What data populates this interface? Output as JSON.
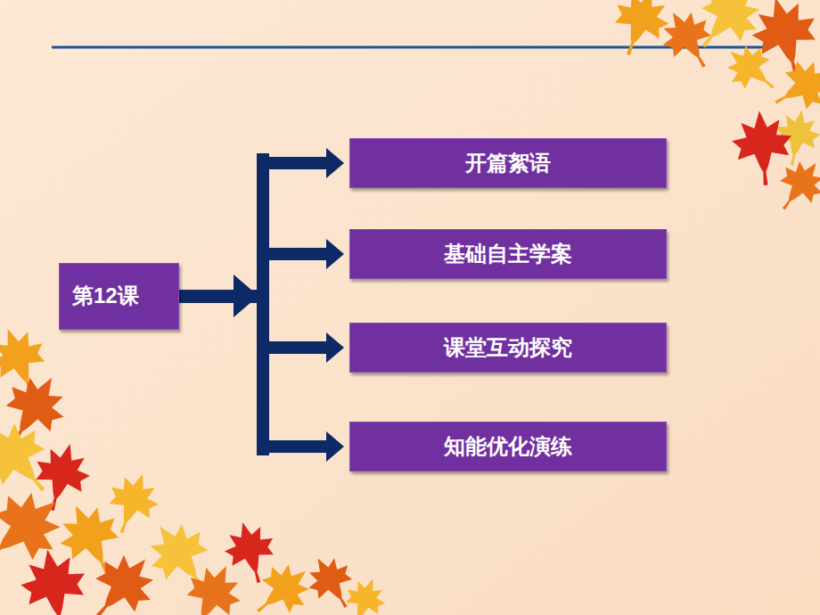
{
  "diagram": {
    "nodes": [
      {
        "text": [
          "第12课"
        ]
      },
      {
        "text": [
          "开篇絮语"
        ]
      },
      {
        "text": [
          "基础自主学案"
        ]
      },
      {
        "text": [
          "课堂互动探究"
        ]
      },
      {
        "text": [
          "知能优化演练"
        ]
      }
    ],
    "edges": [
      {
        "from": 0,
        "to": 1,
        "arrow": "to"
      },
      {
        "from": 0,
        "to": 2,
        "arrow": "to"
      },
      {
        "from": 0,
        "to": 3,
        "arrow": "to"
      },
      {
        "from": 0,
        "to": 4,
        "arrow": "to"
      }
    ]
  }
}
